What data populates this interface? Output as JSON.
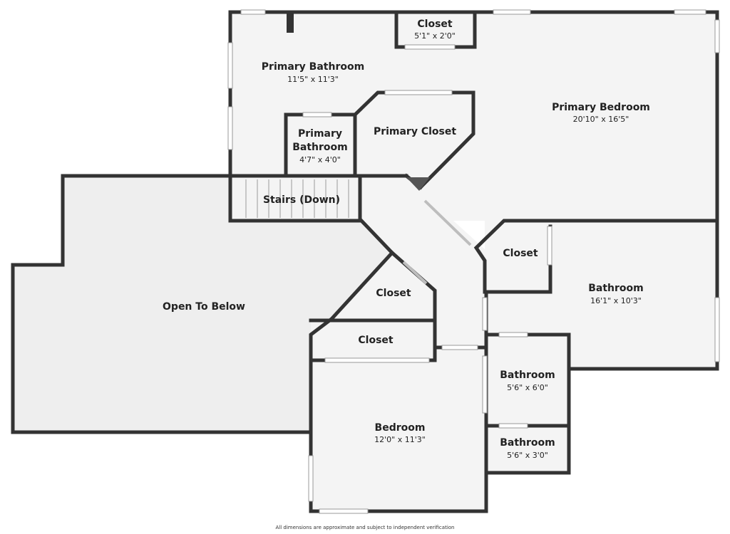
{
  "colors": {
    "wall": "#333333",
    "floor": "#f4f4f4",
    "open_area": "#eeeeee",
    "window": "#d9d9d9",
    "background": "#ffffff"
  },
  "rooms": {
    "closet_top": {
      "name": "Closet",
      "dim": "5'1\" x 2'0\""
    },
    "primary_bathroom": {
      "name": "Primary Bathroom",
      "dim": "11'5\" x 11'3\""
    },
    "primary_bedroom": {
      "name": "Primary Bedroom",
      "dim": "20'10\" x 16'5\""
    },
    "primary_bathroom_small": {
      "name_line1": "Primary",
      "name_line2": "Bathroom",
      "dim": "4'7\" x 4'0\""
    },
    "primary_closet": {
      "name": "Primary Closet"
    },
    "stairs": {
      "name": "Stairs (Down)"
    },
    "open_to_below": {
      "name": "Open To Below"
    },
    "closet_right": {
      "name": "Closet"
    },
    "bathroom_right": {
      "name": "Bathroom",
      "dim": "16'1\" x 10'3\""
    },
    "closet_mid": {
      "name": "Closet"
    },
    "closet_lower": {
      "name": "Closet"
    },
    "bathroom_a": {
      "name": "Bathroom",
      "dim": "5'6\" x 6'0\""
    },
    "bathroom_b": {
      "name": "Bathroom",
      "dim": "5'6\" x 3'0\""
    },
    "bedroom": {
      "name": "Bedroom",
      "dim": "12'0\" x 11'3\""
    }
  },
  "footer": {
    "disclaimer": "All dimensions are approximate and subject to independent verification"
  }
}
